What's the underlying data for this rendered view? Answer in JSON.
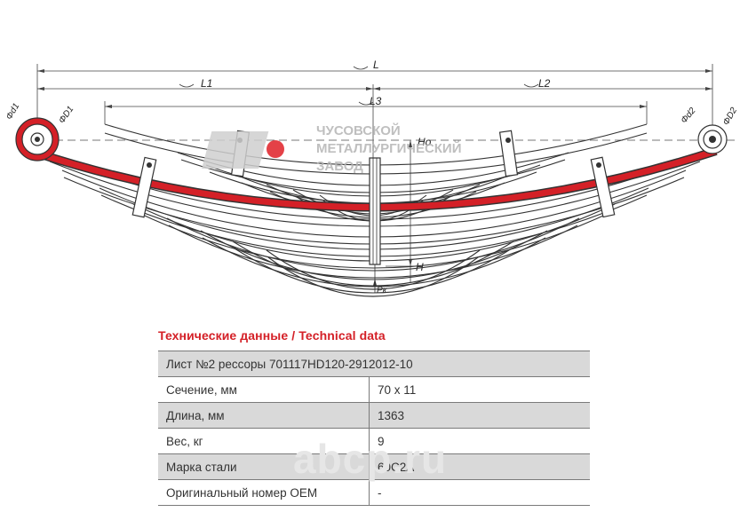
{
  "drawing": {
    "dims": {
      "L": "L",
      "L1": "L1",
      "L2": "L2",
      "L3": "L3",
      "Ho": "Ho",
      "H": "H",
      "Pk": "Pк",
      "d1": "Φd1",
      "D1": "ΦD1",
      "d2": "Φd2",
      "D2": "ΦD2"
    },
    "logo_text": [
      "ЧУСОВСКОЙ",
      "МЕТАЛЛУРГИЧЕСКИЙ",
      "ЗАВОД"
    ],
    "accent_color": "#d42027"
  },
  "table": {
    "title": "Технические данные / Technical data",
    "header": "Лист №2 рессоры 701117HD120-2912012-10",
    "rows": [
      {
        "label": "Сечение, мм",
        "value": "70 х 11"
      },
      {
        "label": "Длина, мм",
        "value": "1363"
      },
      {
        "label": "Вес, кг",
        "value": "9"
      },
      {
        "label": "Марка стали",
        "value": "60С2А"
      },
      {
        "label": "Оригинальный номер OEM",
        "value": "-"
      }
    ]
  },
  "watermark": {
    "text": "abcp.ru"
  }
}
